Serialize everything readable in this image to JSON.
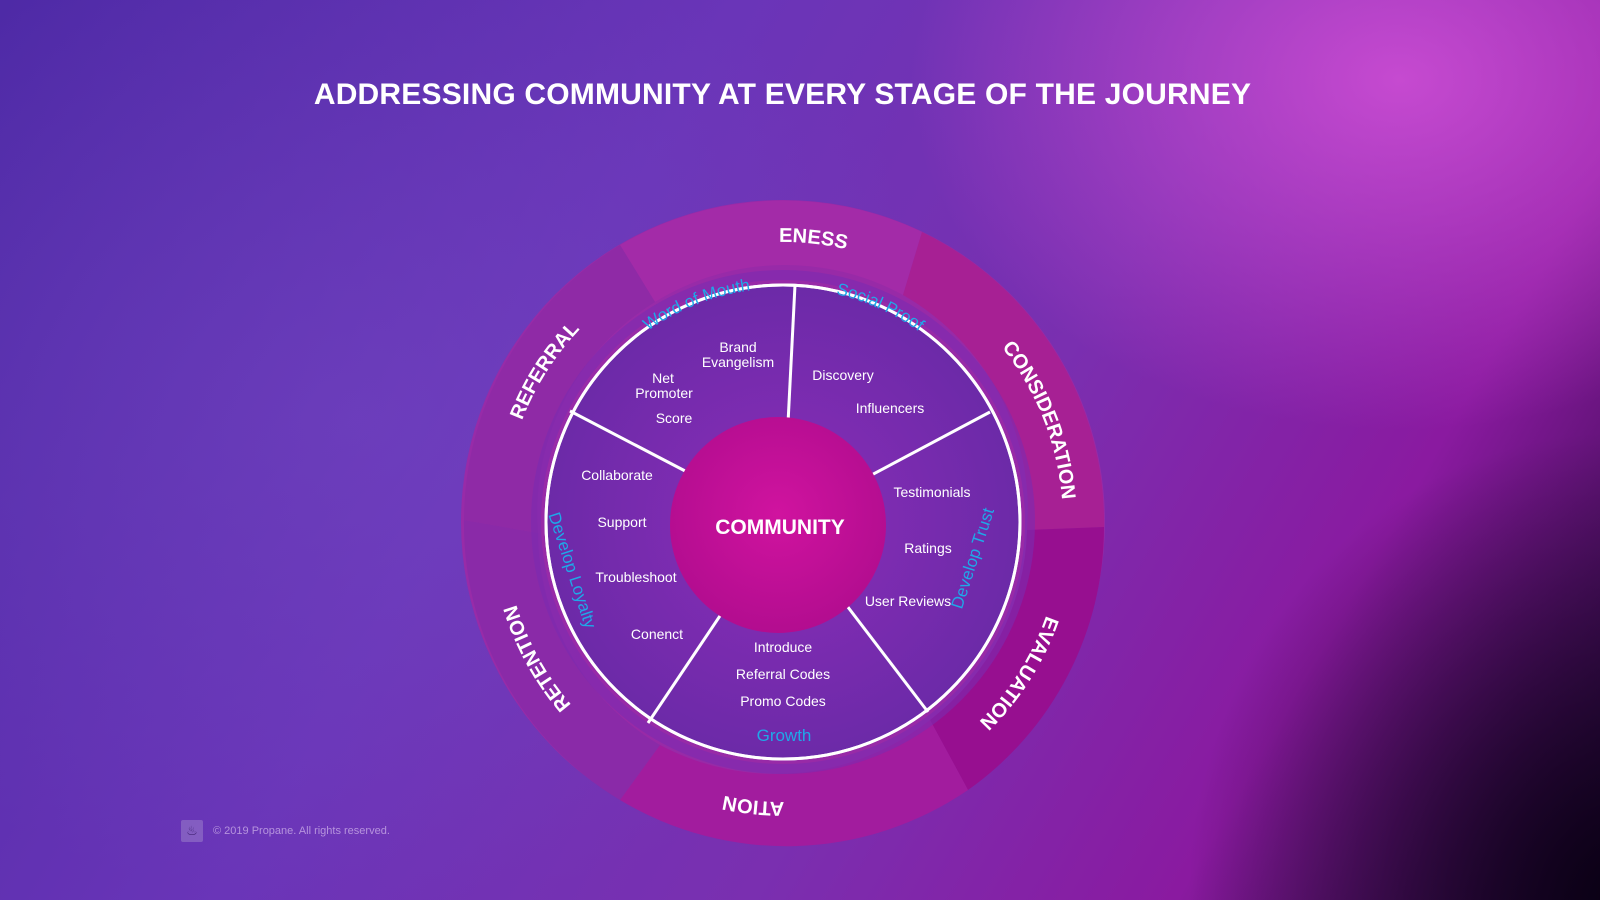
{
  "title": "ADDRESSING COMMUNITY AT EVERY STAGE OF THE JOURNEY",
  "center_label": "COMMUNITY",
  "outer_stages": {
    "awareness": "AWARENESS",
    "consideration": "CONSIDERATION",
    "evaluation": "EVALUATION",
    "activation": "ACTIVATION",
    "retention": "RETENTION",
    "referral": "REFERRAL"
  },
  "sectors": {
    "word_of_mouth": {
      "heading": "Word of Mouth",
      "brand_1": "Brand",
      "brand_2": "Evangelism",
      "nps_1": "Net",
      "nps_2": "Promoter",
      "nps_3": "Score"
    },
    "social_proof": {
      "heading": "Social Proof",
      "item_1": "Discovery",
      "item_2": "Influencers"
    },
    "develop_trust": {
      "heading": "Develop Trust",
      "item_1": "Testimonials",
      "item_2": "Ratings",
      "item_3": "User Reviews"
    },
    "growth": {
      "heading": "Growth",
      "item_1": "Introduce",
      "item_2": "Referral Codes",
      "item_3": "Promo Codes"
    },
    "develop_loyalty": {
      "heading": "Develop Loyalty",
      "item_1": "Collaborate",
      "item_2": "Support",
      "item_3": "Troubleshoot",
      "item_4": "Conenct"
    }
  },
  "colors": {
    "accent_cyan": "#1fa8e8",
    "center_magenta": "#c8109a",
    "ring_magenta": "#a2249c"
  },
  "footer": {
    "copyright": "© 2019 Propane. All rights reserved.",
    "logo_icon": "propane-flame-icon"
  }
}
